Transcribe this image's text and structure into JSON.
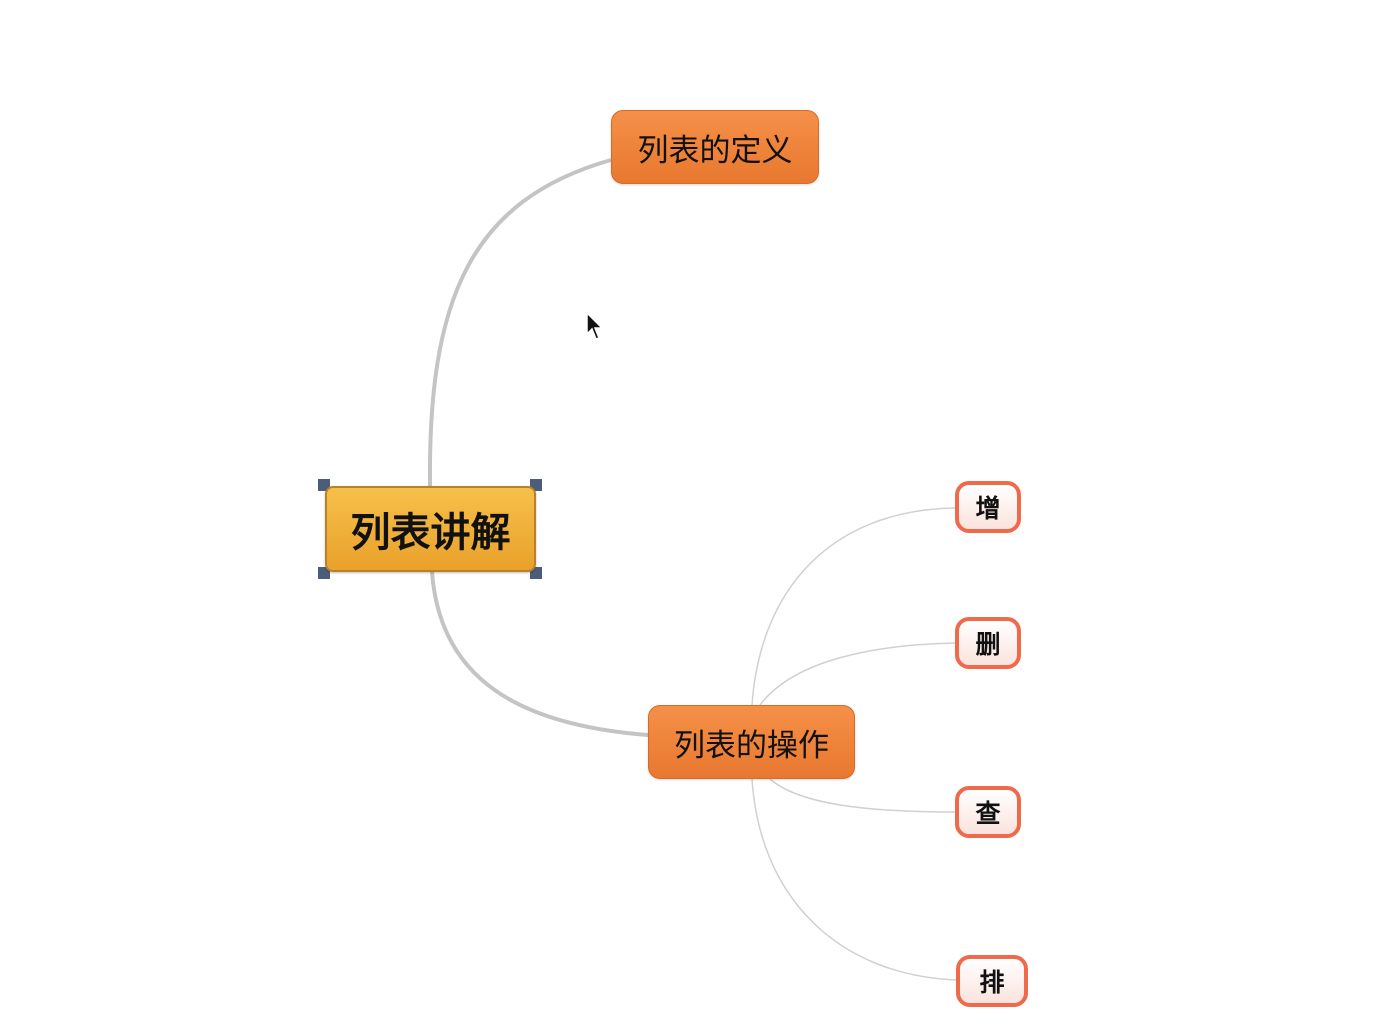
{
  "mindmap": {
    "root": {
      "label": "列表讲解",
      "selected": true
    },
    "branches": [
      {
        "label": "列表的定义",
        "children": []
      },
      {
        "label": "列表的操作",
        "children": [
          "增",
          "删",
          "查",
          "排"
        ]
      }
    ]
  },
  "colors": {
    "root_fill": "#f0b23a",
    "branch_fill": "#ee8038",
    "leaf_border": "#ef6a4b",
    "connector": "#c4c4c4",
    "selection_handle": "#4b5d7a"
  },
  "icons": [
    "mouse-pointer-icon"
  ]
}
